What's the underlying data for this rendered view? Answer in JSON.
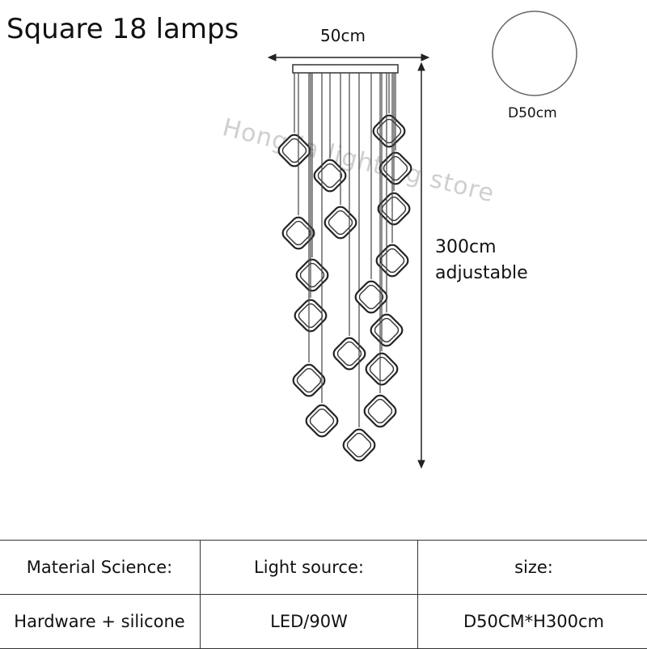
{
  "title": "Square 18 lamps",
  "dimensions": {
    "width": "50cm",
    "height_line1": "300cm",
    "height_line2": "adjustable",
    "diameter": "D50cm"
  },
  "watermark": "Hongda lighting store",
  "specs": {
    "headers": [
      "Material Science:",
      "Light source:",
      "size:"
    ],
    "values": [
      "Hardware + silicone",
      "LED/90W",
      "D50CM*H300cm"
    ]
  }
}
